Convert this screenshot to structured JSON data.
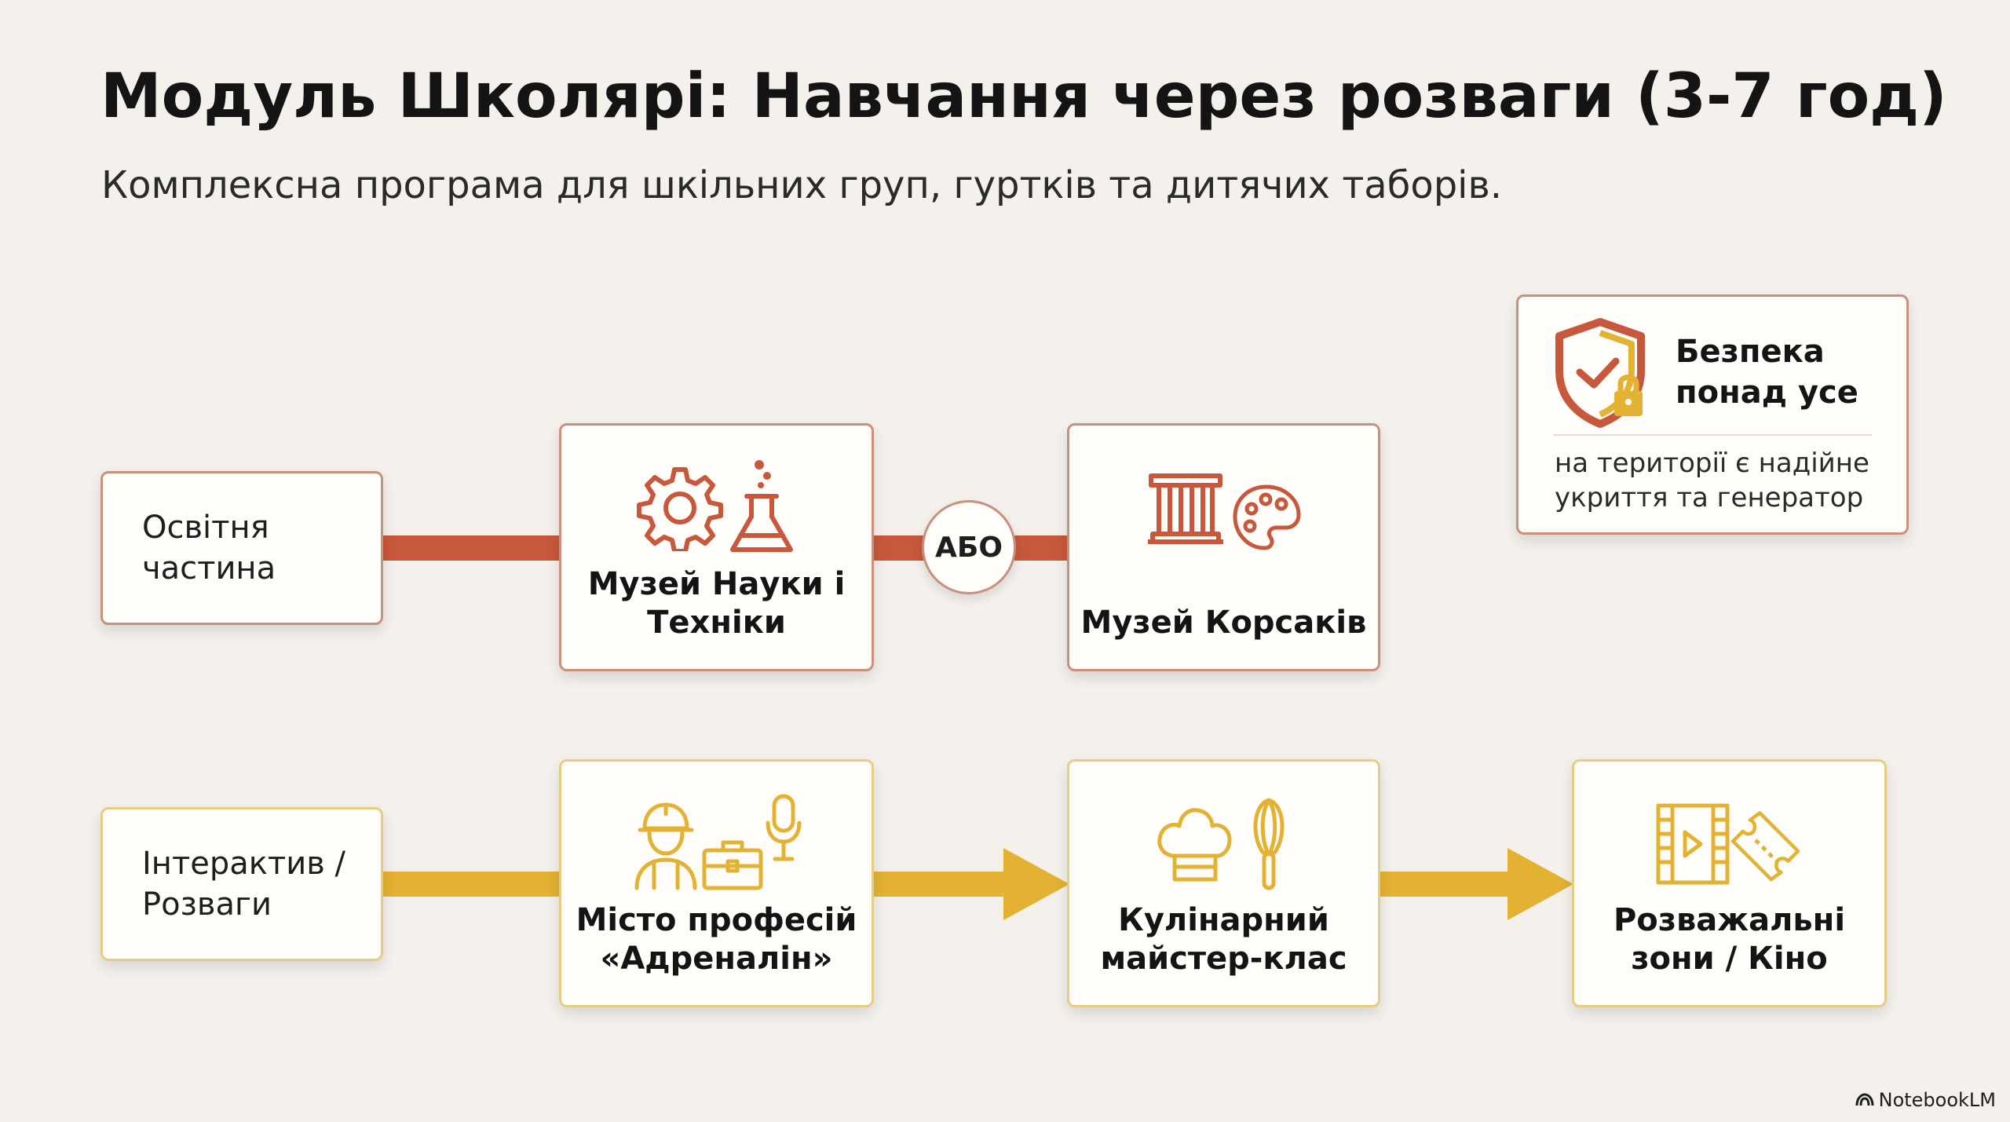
{
  "title": "Модуль Школярі: Навчання через розваги (3-7 год)",
  "subtitle": "Комплексна програма для шкільних груп, гуртків та дитячих таборів.",
  "row1": {
    "label": "Освітня частина",
    "card1": {
      "text": "Музей Науки і Техніки",
      "icons": [
        "gear-icon",
        "flask-icon"
      ]
    },
    "separator": "АБО",
    "card2": {
      "text": "Музей Корсаків",
      "icons": [
        "column-icon",
        "palette-icon"
      ]
    }
  },
  "row2": {
    "label": "Інтерактив / Розваги",
    "card1": {
      "text": "Місто професій «Адреналін»",
      "icons": [
        "worker-icon",
        "toolbox-icon",
        "microphone-icon"
      ]
    },
    "card2": {
      "text": "Кулінарний майстер-клас",
      "icons": [
        "chef-hat-icon",
        "whisk-icon"
      ]
    },
    "card3": {
      "text": "Розважальні зони / Кіно",
      "icons": [
        "film-icon",
        "ticket-icon"
      ]
    }
  },
  "safety": {
    "heading": "Безпека понад усе",
    "note": "на території є надійне укриття та генератор",
    "icon": "shield-lock-icon"
  },
  "brand": "NotebookLM",
  "colors": {
    "red": "#c8583c",
    "gold": "#e3b232",
    "background": "#f4f1ec"
  }
}
